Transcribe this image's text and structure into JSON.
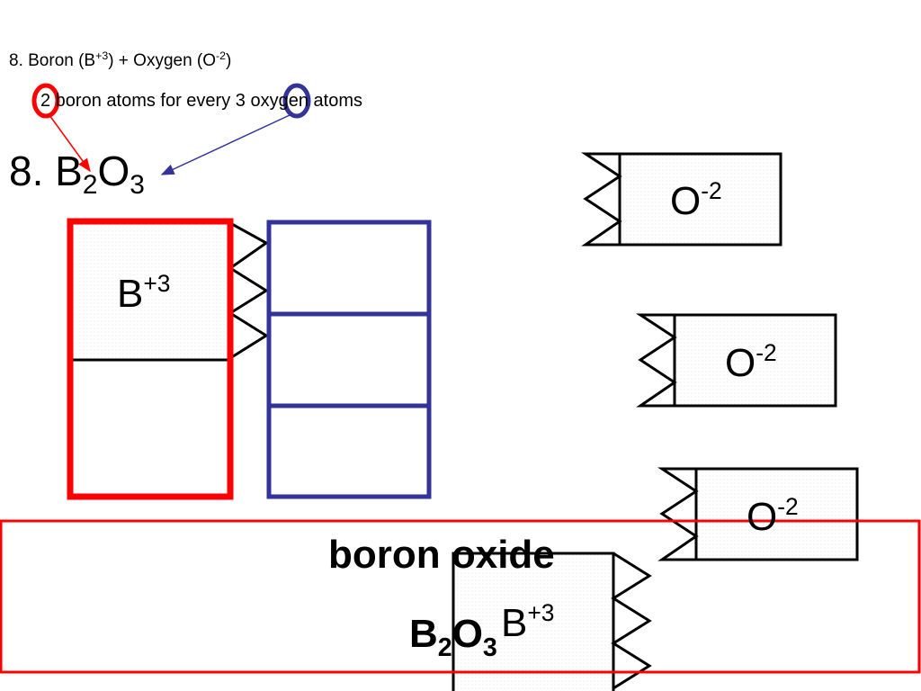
{
  "title": {
    "prefix": "8. Boron (B",
    "boron_charge": "+3",
    "middle": ") + Oxygen (O",
    "oxygen_charge": "-2",
    "suffix": ")"
  },
  "ratio": {
    "boron_count": "2",
    "text1": " boron atoms for every ",
    "oxygen_count": "3",
    "text2": " oxygen atoms"
  },
  "formula": {
    "prefix": "8. B",
    "b_sub": "2",
    "o": "O",
    "o_sub": "3"
  },
  "boron_tile": {
    "symbol": "B",
    "charge": "+3"
  },
  "oxygen_tile": {
    "symbol": "O",
    "charge": "-2"
  },
  "result": {
    "name": "boron oxide",
    "formula_b": "B",
    "b_sub": "2",
    "formula_o": "O",
    "o_sub": "3"
  },
  "colors": {
    "boron": "#ff0000",
    "oxygen": "#333399",
    "arrow_red": "#ff0000",
    "arrow_blue": "#333399"
  }
}
